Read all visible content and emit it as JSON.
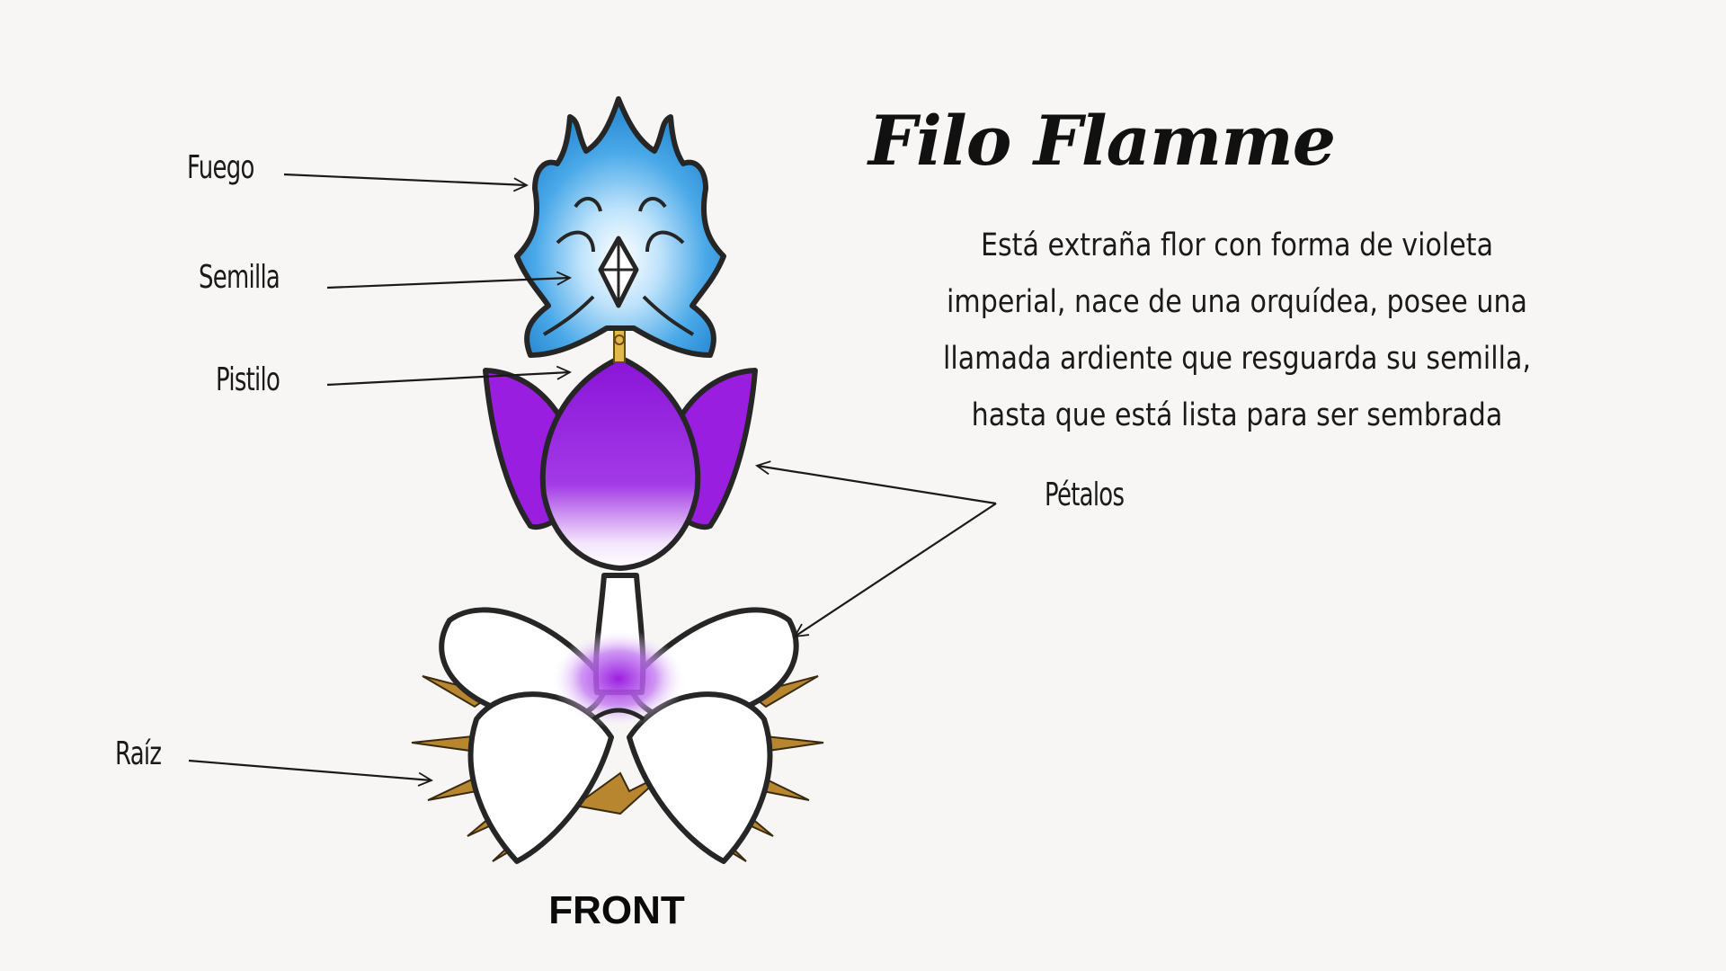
{
  "title": "Filo Flamme",
  "description": "Está extraña flor con forma de violeta imperial, nace de una orquídea, posee una llamada ardiente que resguarda su semilla, hasta que está lista para ser sembrada",
  "labels": {
    "fuego": "Fuego",
    "semilla": "Semilla",
    "pistilo": "Pistilo",
    "petalos": "Pétalos",
    "raiz": "Raíz"
  },
  "view_label": "FRONT",
  "colors": {
    "flame": "#3fa6e6",
    "petal_purple": "#9a1ee0",
    "root": "#b8862f",
    "outline": "#262626",
    "background": "#f7f6f4"
  }
}
